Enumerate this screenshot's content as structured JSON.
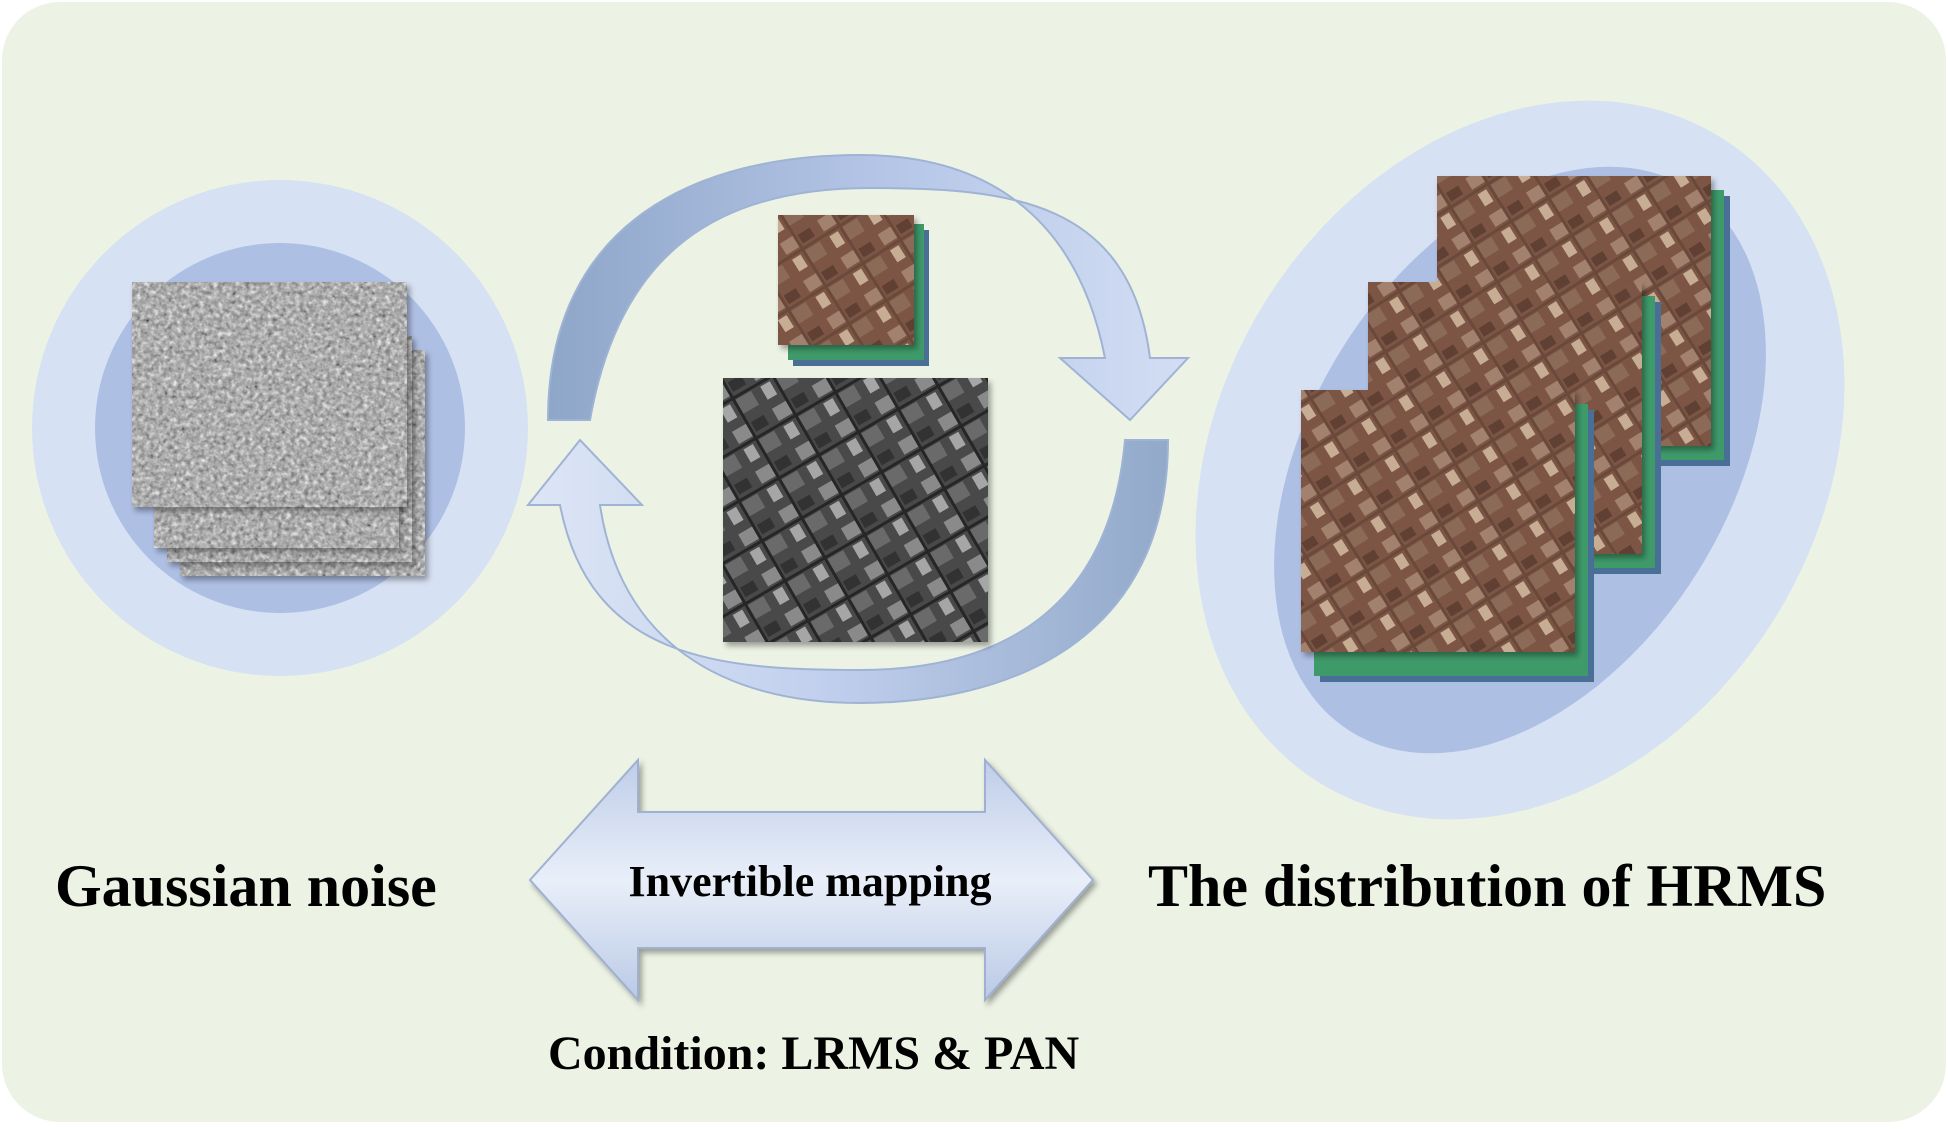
{
  "labels": {
    "gaussian_noise": "Gaussian noise",
    "invertible_mapping": "Invertible mapping",
    "hrms_distribution": "The distribution of HRMS",
    "condition": "Condition: LRMS & PAN"
  },
  "colors": {
    "background": "#ecf3e5",
    "halo_outer": "#d6e1f3",
    "halo_inner": "#aebfe4",
    "arrow_fill": "#c3d1ee",
    "arrow_dark": "#8ea6c8",
    "ms_brown": "#7c5644",
    "ms_green": "#3f9a6a",
    "ms_blue": "#4a6f96",
    "pan_gray": "#5a5a5a"
  },
  "icons": {
    "noise_stack": "gaussian-noise-image-stack",
    "lrms": "lrms-image-stack",
    "pan": "pan-image",
    "hrms_stack": "hrms-image-stack",
    "cycle": "circular-arrows",
    "mapping": "double-headed-arrow"
  }
}
